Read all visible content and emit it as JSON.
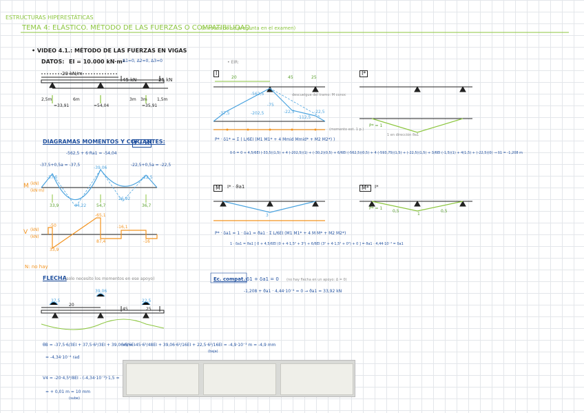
{
  "header": {
    "course": "ESTRUCTURAS HIPERESTÁTICAS",
    "topic": "TEMA 4: ELÁSTICO. MÉTODO DE LAS FUERZAS O COMPATIBILIDAD.",
    "topic_note": "(a veces no se pregunta en el examen)"
  },
  "video": {
    "title": "• VIDEO 4.1.: MÉTODO DE LAS FUERZAS EN VIGAS",
    "datos_label": "DATOS:",
    "ei": "EI = 10.000 kN·m²",
    "supports_note": "Δ1=0, Δ2=0, Δ3=0"
  },
  "beam": {
    "load_dist": "20 kN/m",
    "load_p1": "45 kN",
    "load_p2": "25 kN",
    "spans": [
      "2,5m",
      "6m",
      "3m",
      "3m",
      "1,5m"
    ],
    "reactions": [
      "=33,91",
      "=54,04",
      "=35,91"
    ]
  },
  "diagrams": {
    "title": "DIAGRAMAS MOMENTOS Y CORTANTES:",
    "title_tag": "I + H",
    "top_note": "-562,5 + 6·Ra1 = -54,04",
    "m_left": "-37,5+0,5a = -37,5",
    "m_right": "-22,5+0,5a = -22,5",
    "m_mid": "-39,06",
    "m_vals": [
      "-37,5",
      "-22,5",
      "44,22",
      "54,7",
      "26,92",
      "36,7",
      "33,9"
    ],
    "m_axis": "M",
    "m_unit_top": "(kN)",
    "m_unit_bot": "(kN·m)",
    "v_axis": "V",
    "v_unit_top": "(kN)",
    "v_unit_bot": "(kN)",
    "v_vals": [
      "-50",
      "-65,1",
      "-16,1",
      "-16",
      "33,9",
      "87,4"
    ]
  },
  "n_note": "N: no hay",
  "flecha": {
    "title": "FLECHA",
    "note": "(solo necesito los momentos en ese apoyo)",
    "loads": [
      "20",
      "45",
      "25"
    ],
    "mvals": [
      "37,5",
      "39,06",
      "22,5"
    ],
    "eq_theta": "θB = -37,5·6/3EI + 37,5·6²/3EI + 39,06·6/6EI",
    "res_theta": "= -4,34·10⁻⁴ rad",
    "eq_v": "V3 = -45·6³/48EI + 39,06·6²/16EI + 22,5·6²/16EI = -4,9·10⁻³ m = -4,9 mm",
    "eq_v_note": "(baja)",
    "eq_v4": "V4 = -20·4,5⁴/8EI - (-4,34·10⁻³)·1,5 =",
    "res_v4": "= + 0,01 m = 10 mm",
    "res_v4_note": "(sube)"
  },
  "right": {
    "case_i": "I",
    "case_i_star": "I*",
    "case_m": "M",
    "case_m_tag": "I* · ϑa1",
    "case_m_star": "M*",
    "case_m_star_tag": "I*",
    "eir": "• EIR:",
    "vals_top": [
      "20",
      "45",
      "25"
    ],
    "m_isostatic": [
      "-562,5",
      "-202,5",
      "-37,5",
      "-75",
      "-22,5",
      "-112,5",
      "-22,5"
    ],
    "note_descuelgue": "descuelgue del tramo: M conoc",
    "note_moment": "(momento ext. 1 p.)",
    "p1_label": "P* = 1",
    "note_one": "1 en dirección ϑa1",
    "eq_delta": "P* · δ1* = Σ ( L/6EI (M1 M1* + 4 Mmid Mmid* + M2 M2*) )",
    "eq_delta_full": "δ·δ = 0 + 4,5/6EI (-33,5)(1,5) + 4 (-202,5)(1) + (-30,2)(0,5) + 6/6EI (-562,5)(0,5) + 4 (-593,75)(1,5) + (-22,5)(1,5) + 3/6EI (-1,5)(1) + 4(1,5) + (-22,5)(0) → δ1 = -1,208 m",
    "eq_delta2": "P* · δa1 = 1 · δa1 = ϑa1 · Σ L/6EI (M1 M1* + 4 M M* + M2 M2*)",
    "eq_delta2_full": "1 · δa1 = ϑa1 [ 0 + 4,5/6EI (0 + 4·1,5² + 3²) + 6/6EI (3² + 4·1,5² + 0²) + 0 ] = ϑa1 · 4,44·10⁻⁴ = δa1",
    "compat_title": "Ec. compat.:",
    "compat_eq": "δ1 + δa1 = 0",
    "compat_note": "(no hay flecha en un apoyo: Δ = 0)",
    "compat_res": "-1,208 + ϑa1 · 4,44·10⁻⁴ = 0 → ϑa1 = 33,92 kN",
    "m_val_mid": "3",
    "m_star_vals": [
      "1",
      "0,5",
      "0,5"
    ]
  },
  "colors": {
    "green": "#8cc63f",
    "blue": "#1f4f9e",
    "light_blue": "#4aa3df",
    "orange": "#f2921d"
  }
}
